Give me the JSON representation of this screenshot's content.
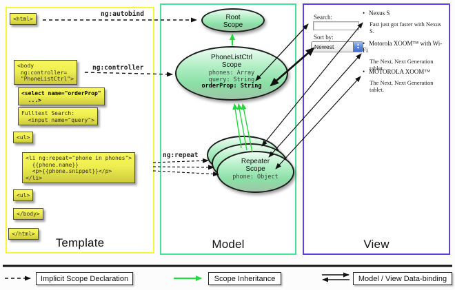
{
  "panels": {
    "template": {
      "label": "Template"
    },
    "model": {
      "label": "Model"
    },
    "view": {
      "label": "View"
    }
  },
  "template": {
    "boxes": {
      "html_open": "<html>",
      "body_open": "<body\n ng:controller=\n \"PhoneListCtrl\">",
      "select": "<select name=\"orderProp\"\n  ...>",
      "fulltext": "Fulltext Search:\n  <input name=\"query\">",
      "ul_open_1": "<ul>",
      "li_repeat": "<li ng:repeat=\"phone in phones\">\n  {{phone.name}}\n  <p>{{phone.snippet}}</p>\n</li>",
      "ul_open_2": "<ul>",
      "body_close": "</body>",
      "html_close": "</html>"
    }
  },
  "arrow_labels": {
    "autobind": "ng:autobind",
    "controller": "ng:controller",
    "repeat": "ng:repeat"
  },
  "model": {
    "root_scope": {
      "title": "Root\nScope"
    },
    "phonelist_scope": {
      "title": "PhoneListCtrl\nScope",
      "props": [
        "phones: Array",
        "query: String"
      ],
      "prop_bold": "orderProp: String"
    },
    "repeater_scope": {
      "title": "Repeater\nScope",
      "prop": "phone: Object"
    }
  },
  "view": {
    "search_label": "Search:",
    "search_value": "",
    "sort_label": "Sort by:",
    "sort_value": "Newest",
    "items": [
      {
        "title": "Nexus S",
        "desc": "Fast just got faster with Nexus S."
      },
      {
        "title": "Motorola XOOM™ with Wi-Fi",
        "desc": "The Next, Next Generation tablet."
      },
      {
        "title": "MOTOROLA XOOM™",
        "desc": "The Next, Next Generation tablet."
      }
    ]
  },
  "icons": {
    "bullet": "•",
    "stepper_up": "▲",
    "stepper_down": "▼"
  },
  "legend": {
    "implicit": "Implicit Scope Declaration",
    "inheritance": "Scope Inheritance",
    "databinding": "Model / View Data-binding"
  },
  "colors": {
    "template_border": "#f6f63a",
    "model_border": "#46e29b",
    "view_border": "#5b3fe8",
    "code_box_yellow": "#efee50",
    "scope_green_top": "#eefcf2",
    "scope_green_bottom": "#8adfa5",
    "inheritance_green": "#1fd93f",
    "stepper_blue": "#5a87dd"
  }
}
